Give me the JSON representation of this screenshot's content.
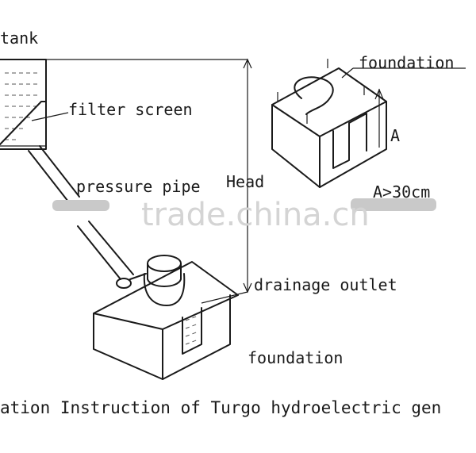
{
  "labels": {
    "tank": "tank",
    "filter_screen": "filter screen",
    "pressure_pipe": "pressure pipe",
    "head": "Head",
    "foundation_top": "foundation",
    "a_mark": "A",
    "a_condition": "A>30cm",
    "drainage_outlet": "drainage outlet",
    "foundation_bottom": "foundation"
  },
  "caption": "ation Instruction of Turgo hydroelectric gen",
  "watermark": "trade.china.cn"
}
